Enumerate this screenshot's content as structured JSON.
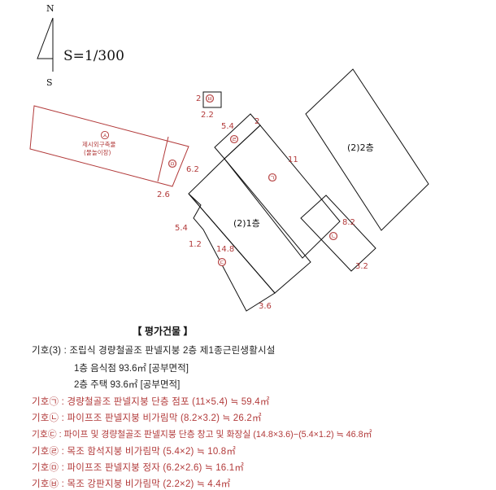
{
  "plan": {
    "north_label": "N",
    "south_label": "S",
    "scale": "S=1/300",
    "labels": {
      "first_floor": "(2)1층",
      "second_floor": "(2)2층",
      "temp_note_1": "제시외구축물",
      "temp_note_2": "(물놀이장)"
    },
    "markers": {
      "a": "㉠",
      "b": "㉡",
      "c": "㉢",
      "d": "㉣",
      "e": "㉤",
      "f": "㉥",
      "s": "ㅅ"
    },
    "dims": {
      "d_5_4_top": "5.4",
      "d_2_top": "2",
      "d_11": "11",
      "d_8_2": "8.2",
      "d_3_2": "3.2",
      "d_5_4_left": "5.4",
      "d_1_2": "1.2",
      "d_14_8": "14.8",
      "d_3_6": "3.6",
      "d_6_2": "6.2",
      "d_2_6": "2.6",
      "d_2_side": "2",
      "d_2_2": "2.2"
    }
  },
  "legend": {
    "title": "【 평가건물 】",
    "rows": [
      {
        "text": "기호(3) : 조립식 경량철골조 판넬지붕 2층 제1종근린생활시설",
        "color": "black"
      },
      {
        "text": "1층 음식점 93.6㎡ [공부면적]",
        "color": "black",
        "indent": true
      },
      {
        "text": "2층 주택 93.6㎡ [공부면적]",
        "color": "black",
        "indent": true
      },
      {
        "text": "기호㉠ : 경량철골조 판넬지붕 단층 점포 (11×5.4) ≒ 59.4㎡",
        "color": "red"
      },
      {
        "text": "기호㉡ : 파이프조 판넬지붕 비가림막 (8.2×3.2) ≒ 26.2㎡",
        "color": "red"
      },
      {
        "text": "기호㉢ : 파이프 및 경량철골조 판넬지붕 단층 창고 및 화장실 (14.8×3.6)−(5.4×1.2) ≒ 46.8㎡",
        "color": "red"
      },
      {
        "text": "기호㉣ : 목조 함석지붕 비가림막 (5.4×2) ≒ 10.8㎡",
        "color": "red"
      },
      {
        "text": "기호㉤ : 파이프조 판넬지붕 정자 (6.2×2.6) ≒ 16.1㎡",
        "color": "red"
      },
      {
        "text": "기호㉥ : 목조 강판지붕 비가림막 (2.2×2) ≒ 4.4㎡",
        "color": "red"
      }
    ]
  }
}
